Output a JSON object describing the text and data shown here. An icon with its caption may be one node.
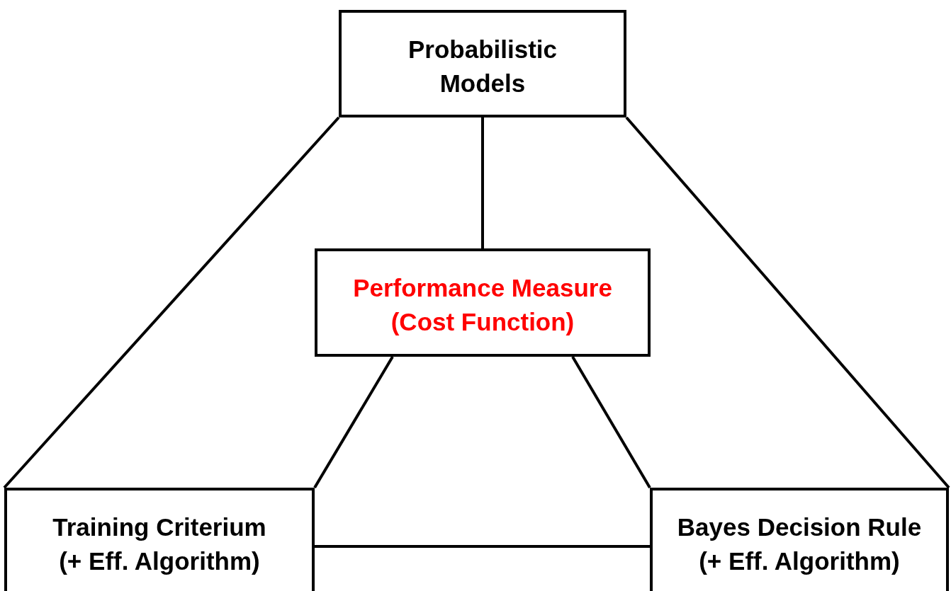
{
  "diagram": {
    "nodes": [
      {
        "text": [
          "Probabilistic Models"
        ]
      },
      {
        "text": [
          "Performance Measure (Cost Function)"
        ]
      },
      {
        "text": [
          "Training Criterium (+ Eff. Algorithm)"
        ]
      },
      {
        "text": [
          "Bayes Decision Rule (+ Eff. Algorithm)"
        ]
      }
    ],
    "edges": [
      {
        "from": 0,
        "to": 1,
        "arrow": "none"
      },
      {
        "from": 0,
        "to": 2,
        "arrow": "none"
      },
      {
        "from": 0,
        "to": 3,
        "arrow": "none"
      },
      {
        "from": 1,
        "to": 2,
        "arrow": "none"
      },
      {
        "from": 1,
        "to": 3,
        "arrow": "none"
      },
      {
        "from": 2,
        "to": 3,
        "arrow": "none"
      }
    ]
  }
}
